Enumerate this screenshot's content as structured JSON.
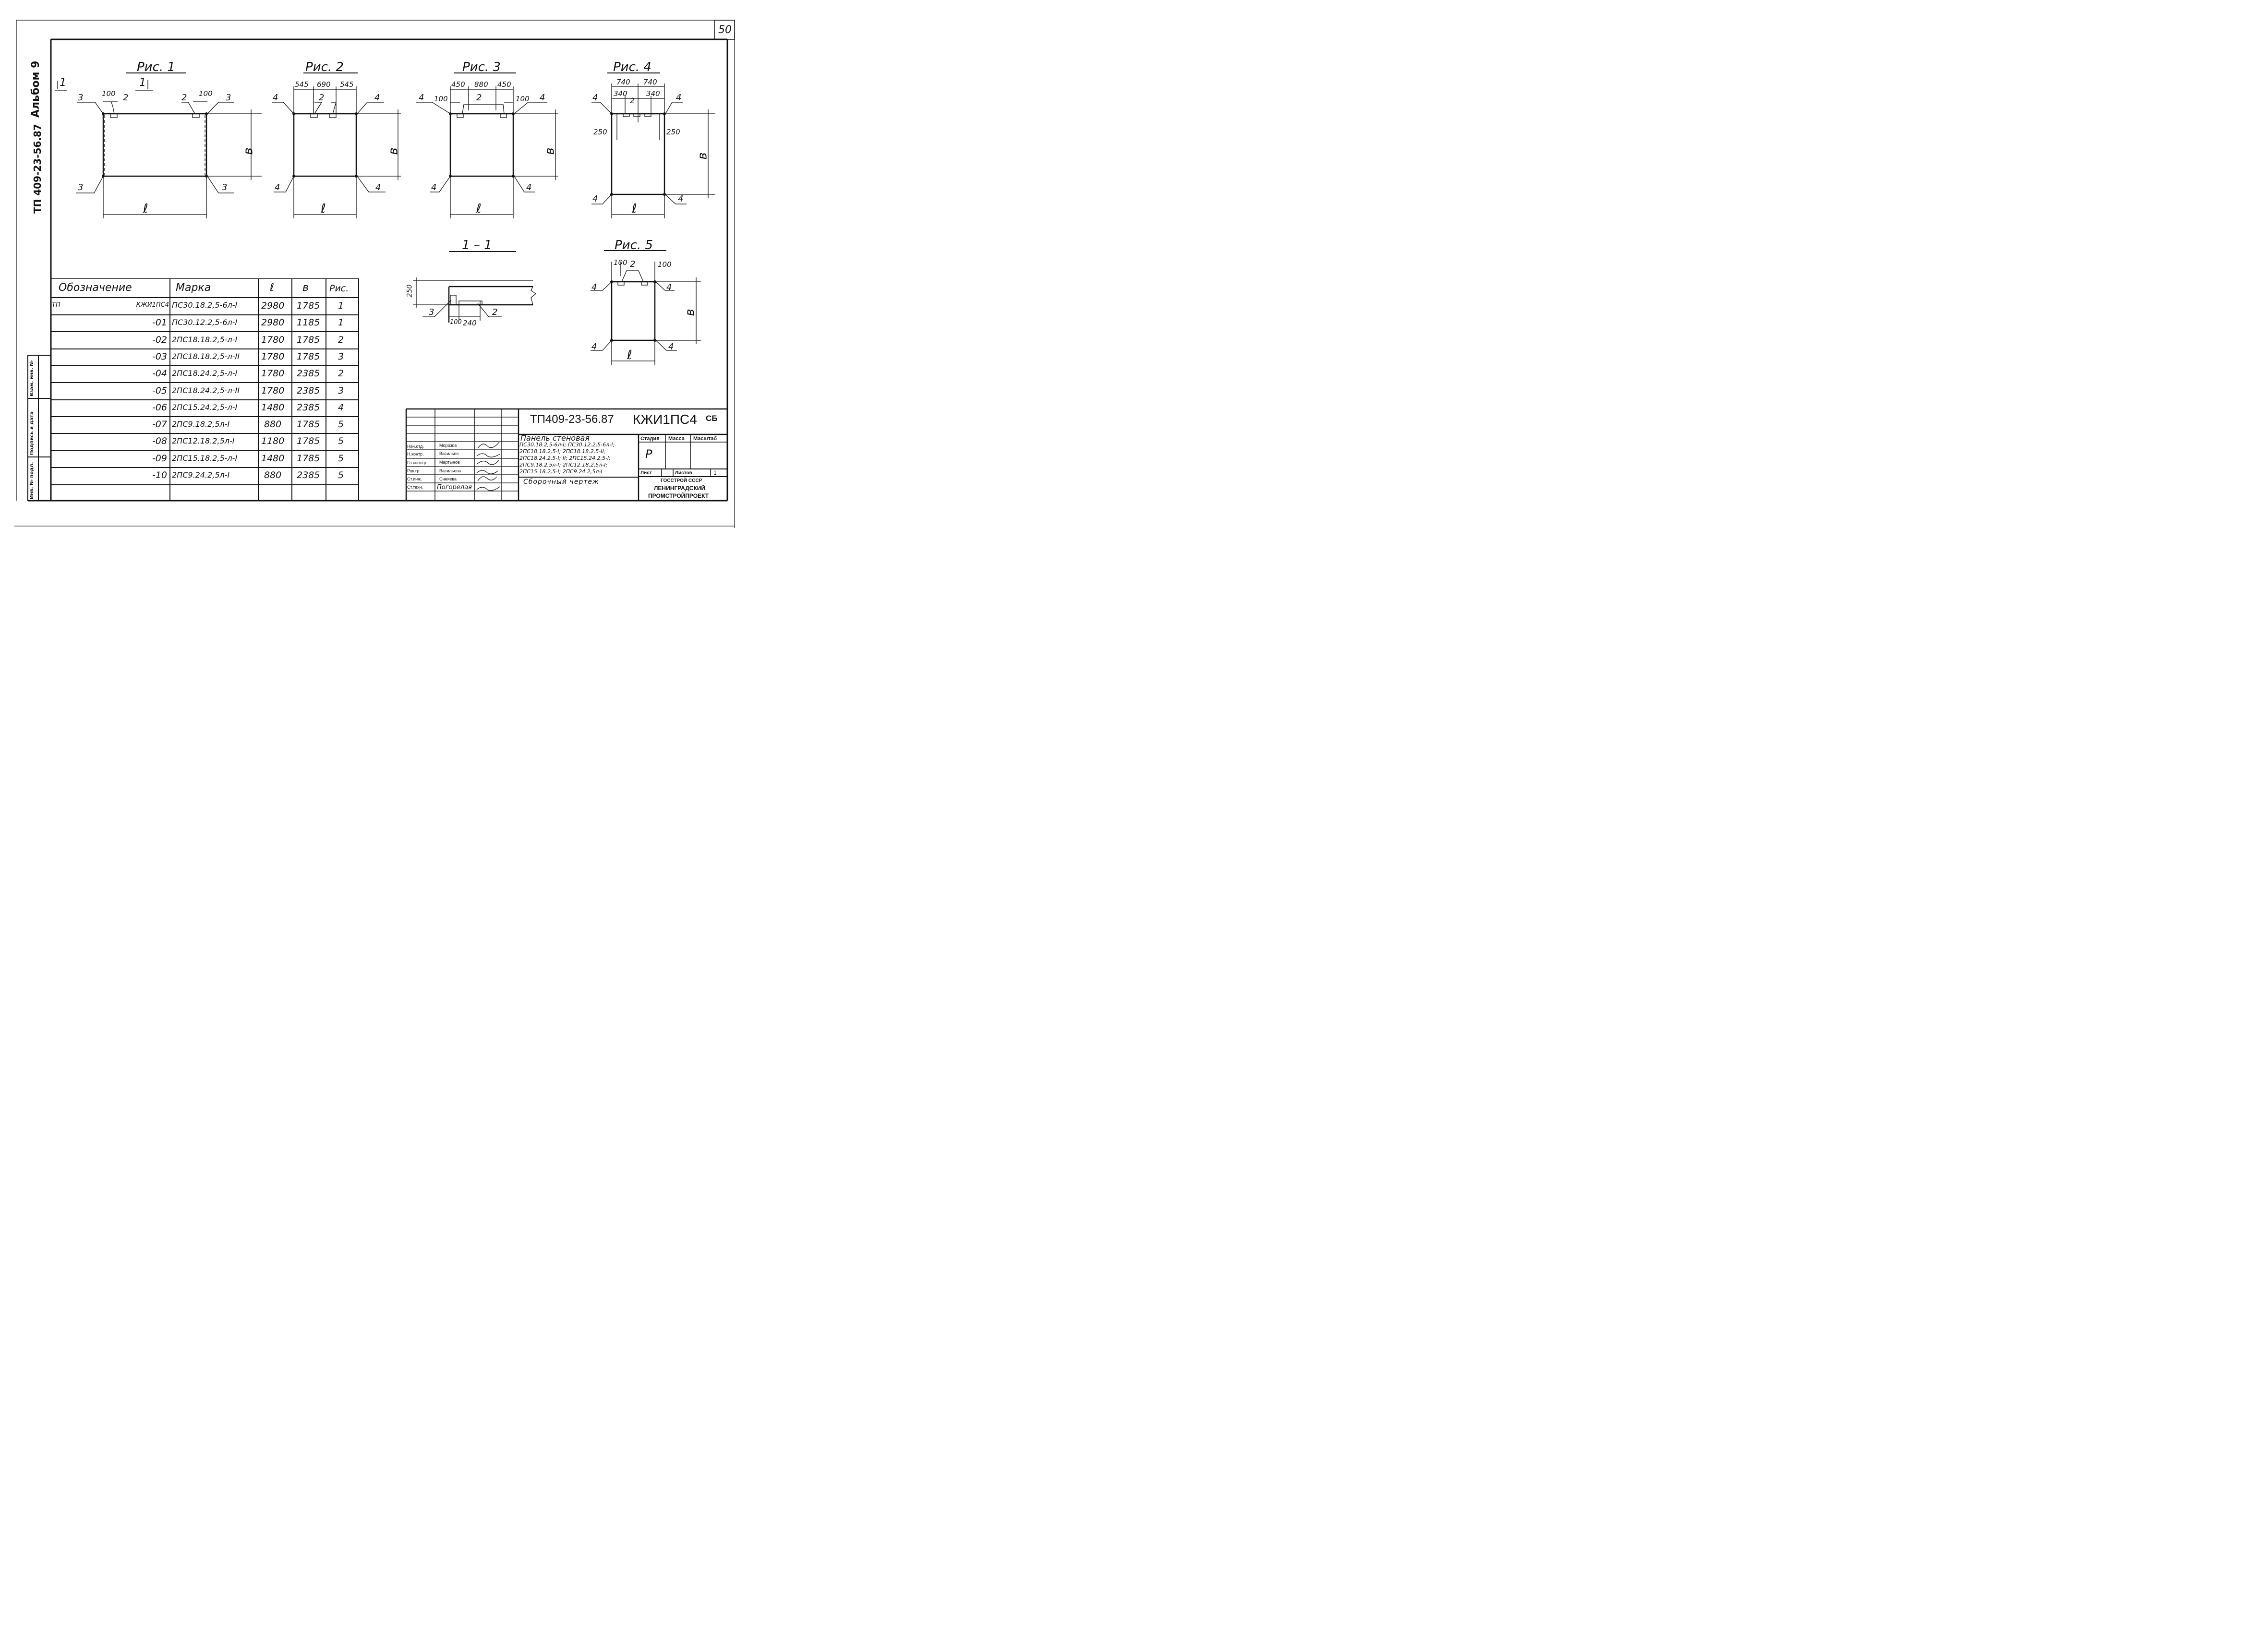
{
  "sheet": {
    "page_number": "50",
    "side_code": "ТП 409-23-56.87",
    "album": "Альбом 9",
    "section_marker_left": "1",
    "section_marker_right": "1",
    "side_stamps": [
      "Инв. № подл.",
      "Подпись и дата",
      "Взам. инв. №"
    ]
  },
  "figures": {
    "fig1": {
      "title": "Рис. 1",
      "dim_left": "100",
      "dim_right": "100",
      "l": "ℓ",
      "b": "в",
      "c1": "3",
      "c2": "2",
      "c3": "2",
      "c4": "3",
      "c5": "3",
      "c6": "3"
    },
    "fig2": {
      "title": "Рис. 2",
      "d1": "545",
      "d2": "690",
      "d3": "545",
      "l": "ℓ",
      "b": "в",
      "c1": "4",
      "c2": "2",
      "c3": "4",
      "c4": "4",
      "c5": "4"
    },
    "fig3": {
      "title": "Рис. 3",
      "d1": "450",
      "d2": "880",
      "d3": "450",
      "d4": "100",
      "d5": "100",
      "l": "ℓ",
      "b": "в",
      "c1": "4",
      "c2": "2",
      "c3": "4",
      "c4": "4",
      "c5": "4"
    },
    "fig4": {
      "title": "Рис. 4",
      "d1": "740",
      "d2": "740",
      "d3": "340",
      "d4": "340",
      "d5": "250",
      "d6": "250",
      "l": "ℓ",
      "b": "в",
      "c1": "4",
      "c2": "2",
      "c3": "4",
      "c4": "4",
      "c5": "4"
    },
    "fig5": {
      "title": "Рис. 5",
      "d1": "100",
      "d2": "100",
      "l": "ℓ",
      "b": "в",
      "c1": "4",
      "c2": "2",
      "c3": "4",
      "c4": "4",
      "c5": "4"
    },
    "section": {
      "title": "1 – 1",
      "d1": "250",
      "d2": "100",
      "d3": "240",
      "c1": "3",
      "c2": "2"
    }
  },
  "table": {
    "headers": [
      "Обозначение",
      "Марка",
      "ℓ",
      "в",
      "Рис."
    ],
    "rows": [
      {
        "prefix": "ТП",
        "code": "КЖИ1ПС4",
        "mark": "ПС30.18.2,5-6л-I",
        "l": "2980",
        "b": "1785",
        "fig": "1"
      },
      {
        "prefix": "",
        "code": "-01",
        "mark": "ПС30.12.2,5-6л-I",
        "l": "2980",
        "b": "1185",
        "fig": "1"
      },
      {
        "prefix": "",
        "code": "-02",
        "mark": "2ПС18.18.2,5-л-I",
        "l": "1780",
        "b": "1785",
        "fig": "2"
      },
      {
        "prefix": "",
        "code": "-03",
        "mark": "2ПС18.18.2,5-л-II",
        "l": "1780",
        "b": "1785",
        "fig": "3"
      },
      {
        "prefix": "",
        "code": "-04",
        "mark": "2ПС18.24.2,5-л-I",
        "l": "1780",
        "b": "2385",
        "fig": "2"
      },
      {
        "prefix": "",
        "code": "-05",
        "mark": "2ПС18.24.2,5-л-II",
        "l": "1780",
        "b": "2385",
        "fig": "3"
      },
      {
        "prefix": "",
        "code": "-06",
        "mark": "2ПС15.24.2,5-л-I",
        "l": "1480",
        "b": "2385",
        "fig": "4"
      },
      {
        "prefix": "",
        "code": "-07",
        "mark": "2ПС9.18.2,5л-I",
        "l": "880",
        "b": "1785",
        "fig": "5"
      },
      {
        "prefix": "",
        "code": "-08",
        "mark": "2ПС12.18.2,5л-I",
        "l": "1180",
        "b": "1785",
        "fig": "5"
      },
      {
        "prefix": "",
        "code": "-09",
        "mark": "2ПС15.18.2,5-л-I",
        "l": "1480",
        "b": "1785",
        "fig": "5"
      },
      {
        "prefix": "",
        "code": "-10",
        "mark": "2ПС9.24.2,5л-I",
        "l": "880",
        "b": "2385",
        "fig": "5"
      }
    ]
  },
  "title_block": {
    "code": "ТП409-23-56.87",
    "product": "КЖИ1ПС4",
    "suffix": "СБ",
    "description_title": "Панель стеновая",
    "description_lines": [
      "ПС30.18.2,5-6л-I; ПС30.12.2,5-6л-I;",
      "2ПС18.18.2,5-I; 2ПС18.18.2,5-II;",
      "2ПС18.24.2,5-I; II; 2ПС15.24.2,5-I;",
      "2ПС9.18.2,5л-I; 2ПС12.18.2,5л-I;",
      "2ПС15.18.2,5-I; 2ПС9.24.2,5л-I"
    ],
    "drawing_type": "Сборочный чертеж",
    "stage_label": "Стадия",
    "mass_label": "Масса",
    "scale_label": "Масштаб",
    "stage_value": "Р",
    "sheet_label": "Лист",
    "sheets_label": "Листов",
    "sheets_value": "1",
    "org_line1": "ГОССТРОЙ СССР",
    "org_line2": "ЛЕНИНГРАДСКИЙ",
    "org_line3": "ПРОМСТРОЙПРОЕКТ",
    "staff": [
      {
        "role": "Нач.отд.",
        "name": "Морозов"
      },
      {
        "role": "Н.контр.",
        "name": "Васильев"
      },
      {
        "role": "Гл.констр.",
        "name": "Мартынов"
      },
      {
        "role": "Рук.гр.",
        "name": "Васильева"
      },
      {
        "role": "Ст.инж.",
        "name": "Синяева"
      },
      {
        "role": "Ст.техн.",
        "name": "Погорелая"
      }
    ]
  }
}
